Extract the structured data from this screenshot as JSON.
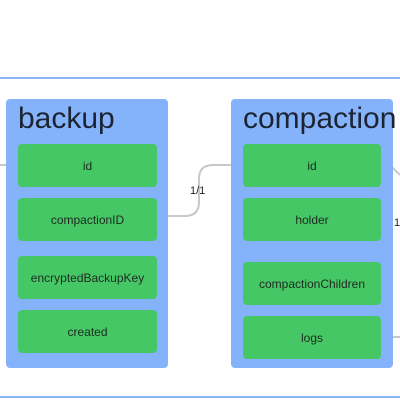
{
  "entities": {
    "backup": {
      "title": "backup",
      "fields": [
        "id",
        "compactionID",
        "encryptedBackupKey",
        "created"
      ]
    },
    "compaction": {
      "title": "compaction",
      "fields": [
        "id",
        "holder",
        "compactionChildren",
        "logs"
      ]
    }
  },
  "relations": {
    "backup_to_compaction": "1/1",
    "right_partial": "1"
  },
  "colors": {
    "entity_bg": "#84b3fb",
    "field_bg": "#46c766",
    "frame": "#8ab6f4",
    "connector": "#c8c8c8"
  }
}
